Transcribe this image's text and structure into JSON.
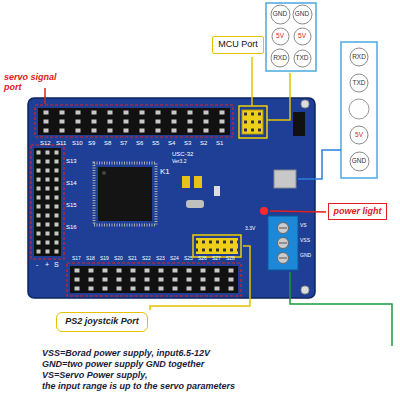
{
  "diagram": {
    "nodes": [
      {
        "text": [
          "MCU Port"
        ]
      },
      {
        "text": [
          "GND"
        ]
      },
      {
        "text": [
          "GND"
        ]
      },
      {
        "text": [
          "5V"
        ]
      },
      {
        "text": [
          "5V"
        ]
      },
      {
        "text": [
          "RXD"
        ]
      },
      {
        "text": [
          "TXD"
        ]
      },
      {
        "text": [
          "RXD"
        ]
      },
      {
        "text": [
          "TXD"
        ]
      },
      {
        "text": [
          "5V"
        ]
      },
      {
        "text": [
          "GND"
        ]
      },
      {
        "text": [
          "power light"
        ]
      },
      {
        "text": [
          "PS2 joystcik Port"
        ]
      }
    ],
    "labels": [
      "S12",
      "S11",
      "S10",
      "S9",
      "S8",
      "S7",
      "S6",
      "S5",
      "S4",
      "S3",
      "S2",
      "S1",
      "S13",
      "S14",
      "S15",
      "S16",
      "-",
      "+",
      "S",
      "S17",
      "S18",
      "S19",
      "S20",
      "S21",
      "S22",
      "S23",
      "S24",
      "S25",
      "S26",
      "S27",
      "S28",
      "USC-32",
      "Ver3.2",
      "K1",
      "3.3V",
      "VS",
      "VSS",
      "GND",
      "servo signal port",
      "VSS=Borad power supply, input6.5-12V",
      "GND=two power supply GND together",
      "VS=Servo Power supply,",
      "the input range is up to the servo parameters"
    ]
  }
}
